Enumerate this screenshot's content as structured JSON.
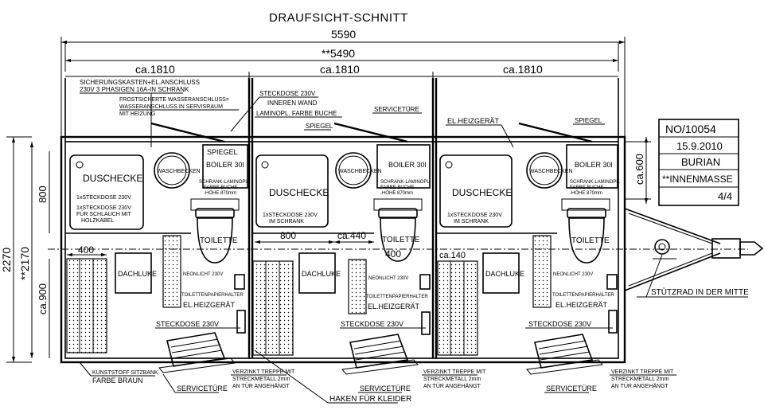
{
  "drawing": {
    "title": "DRAUFSICHT-SCHNITT",
    "dimensions": {
      "overall_length": "5590",
      "inner_length": "**5490",
      "bay_width": "ca.1810",
      "overall_width": "2270",
      "inner_width": "**2170",
      "shower_depth": "800",
      "door_depth": "ca.600",
      "bench_depth": "ca.900",
      "bench_width": "400",
      "middle_width": "800",
      "middle_gap": "ca.440",
      "toilet_gap": "400",
      "right_bench_gap": "ca.140"
    },
    "title_block": {
      "number": "NO/10054",
      "date": "15.9.2010",
      "name": "BURIAN",
      "note": "**INNENMASSE",
      "sheet": "4/4"
    },
    "labels": {
      "fuse_box_1": "SICHERUNGSKASTEN+EL.ANSCHLUSS",
      "fuse_box_2": "230V 3 PHASIGEN 16A-IN SCHRANK",
      "frost_1": "FROSTSICHERTE WASSERANSCHLUSS=",
      "frost_2": "WASSERANSCHLUSS IN SERVISRAUM",
      "frost_3": "MIT HEIZUNG",
      "socket_top_1": "STECKDOSE 230V",
      "socket_top_2": "INNEREN WAND",
      "laminate": "LAMINOPL. FARBE BUCHE",
      "service_door_top": "SERVICETÜRE",
      "mirror": "SPIEGEL",
      "mirror_right": "SPIEGEL",
      "heater_top": "EL.HEIZGERÄT",
      "boiler": "BOILER 30l",
      "shower": "DUSCHECKE",
      "basin": "WASCHBECKEN",
      "cabinet_1": "SCHRANK-LAMINOPL.",
      "cabinet_2": "FARBE BUCHE",
      "cabinet_3": "-HÖHE 870mm",
      "socket_small": "1xSTECKDOSE 230V",
      "hose_1": "1xSTECKDOSE 230V",
      "hose_2": "FÜR SCHLAUCH MIT",
      "hose_3": "HOLZKABEL",
      "socket_cab_1": "1xSTECKDOSE 230V",
      "socket_cab_2": "IM SCHRANK",
      "toilet": "TOILETTE",
      "roof_hatch": "DACHLUKE",
      "night_light": "NEONLICHT 230V",
      "paper_holder": "TOILETTENPAPIERHALTER",
      "heater": "EL.HEIZGERÄT",
      "socket": "STECKDOSE 230V",
      "support_wheel": "STÜTZRAD IN DER MITTE",
      "bench_1": "KUNSTSTOFF SITZBANK",
      "bench_2": "FARBE BRAUN",
      "service_door": "SERVICETÜRE",
      "stairs_1": "VERZINKT TREPPE MIT",
      "stairs_2": "STRECKMETALL 2mm",
      "stairs_3": "AN TÜR ANGEHÄNGT",
      "hook": "HAKEN FÜR KLEIDER"
    }
  }
}
